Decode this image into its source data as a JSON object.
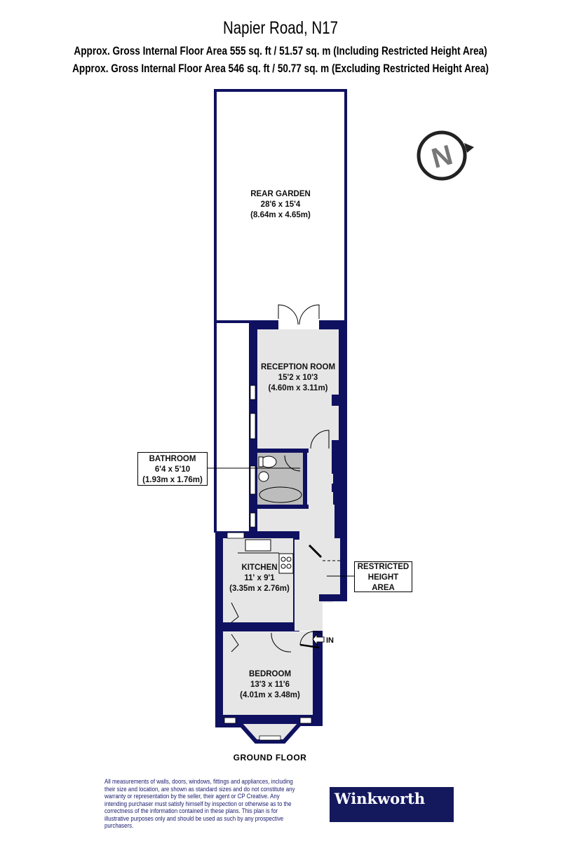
{
  "header": {
    "title": "Napier Road, N17",
    "area_including": "Approx. Gross Internal Floor Area 555 sq. ft / 51.57 sq. m (Including Restricted Height Area)",
    "area_excluding": "Approx. Gross Internal Floor Area 546 sq. ft / 50.77 sq. m (Excluding Restricted Height Area)"
  },
  "compass": {
    "icon": "north-compass-icon",
    "letter": "N"
  },
  "rooms": [
    {
      "name": "REAR GARDEN",
      "imperial": "28'6 x 15'4",
      "metric": "(8.64m x 4.65m)"
    },
    {
      "name": "RECEPTION ROOM",
      "imperial": "15'2 x 10'3",
      "metric": "(4.60m x 3.11m)"
    },
    {
      "name": "BATHROOM",
      "imperial": "6'4 x 5'10",
      "metric": "(1.93m x 1.76m)"
    },
    {
      "name": "KITCHEN",
      "imperial": "11' x 9'1",
      "metric": "(3.35m x 2.76m)"
    },
    {
      "name": "BEDROOM",
      "imperial": "13'3 x 11'6",
      "metric": "(4.01m x 3.48m)"
    }
  ],
  "restricted_area": {
    "line1": "RESTRICTED",
    "line2": "HEIGHT",
    "line3": "AREA"
  },
  "entrance": {
    "label": "IN"
  },
  "floor_label": "GROUND FLOOR",
  "disclaimer": "All measurements of walls, doors, windows, fittings and appliances, including their size and location, are shown as standard sizes and do not constitute any warranty or representation by the seller, their agent or CP Creative. Any intending purchaser must satisfy himself by inspection or otherwise as to the correctness of the information contained in these plans. This plan is for illustrative purposes only and should be used as such by any prospective purchasers.",
  "brand": {
    "name": "Winkworth",
    "color": "#14195e"
  },
  "colors": {
    "wall": "#0f1160",
    "floor": "#e6e6e6",
    "bathroom": "#bdbdbd"
  }
}
